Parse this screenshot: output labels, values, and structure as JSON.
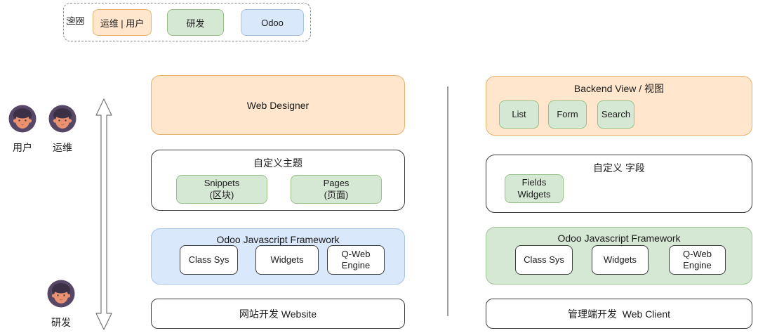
{
  "legend": {
    "title": "图例",
    "items": [
      {
        "label": "运维 | 用户"
      },
      {
        "label": "研发"
      },
      {
        "label": "Odoo"
      }
    ]
  },
  "actors": [
    {
      "label": "用户"
    },
    {
      "label": "运维"
    },
    {
      "label": "研发"
    }
  ],
  "left_column": {
    "web_designer_box": {
      "title": "Web Designer"
    },
    "theme_box": {
      "title": "自定义主题",
      "chips": [
        {
          "line1": "Snippets",
          "line2": "(区块)"
        },
        {
          "line1": "Pages",
          "line2": "(页面)"
        }
      ]
    },
    "framework_box": {
      "title": "Odoo Javascript Framework",
      "chips": [
        {
          "line1": "Class Sys"
        },
        {
          "line1": "Widgets"
        },
        {
          "line1": "Q-Web",
          "line2": "Engine"
        }
      ]
    },
    "bottom_box": {
      "title": "网站开发 Website"
    }
  },
  "right_column": {
    "backend_view_box": {
      "title": "Backend View / 视图",
      "chips": [
        {
          "label": "List"
        },
        {
          "label": "Form"
        },
        {
          "label": "Search"
        }
      ]
    },
    "fields_box": {
      "title": "自定义 字段",
      "chips": [
        {
          "line1": "Fields",
          "line2": "Widgets"
        }
      ]
    },
    "framework_box": {
      "title": "Odoo Javascript Framework",
      "chips": [
        {
          "line1": "Class Sys"
        },
        {
          "line1": "Widgets"
        },
        {
          "line1": "Q-Web",
          "line2": "Engine"
        }
      ]
    },
    "bottom_box": {
      "title": "管理端开发  Web Client"
    }
  },
  "colors": {
    "orange_fill": "#ffe6cc",
    "orange_border": "#e7b36a",
    "green_fill": "#d5e8d4",
    "green_border": "#97c188",
    "blue_fill": "#dae8fc",
    "blue_border": "#a6c3e8",
    "white_box_border": "#3d3d3d",
    "divider": "#9e9e9e"
  }
}
